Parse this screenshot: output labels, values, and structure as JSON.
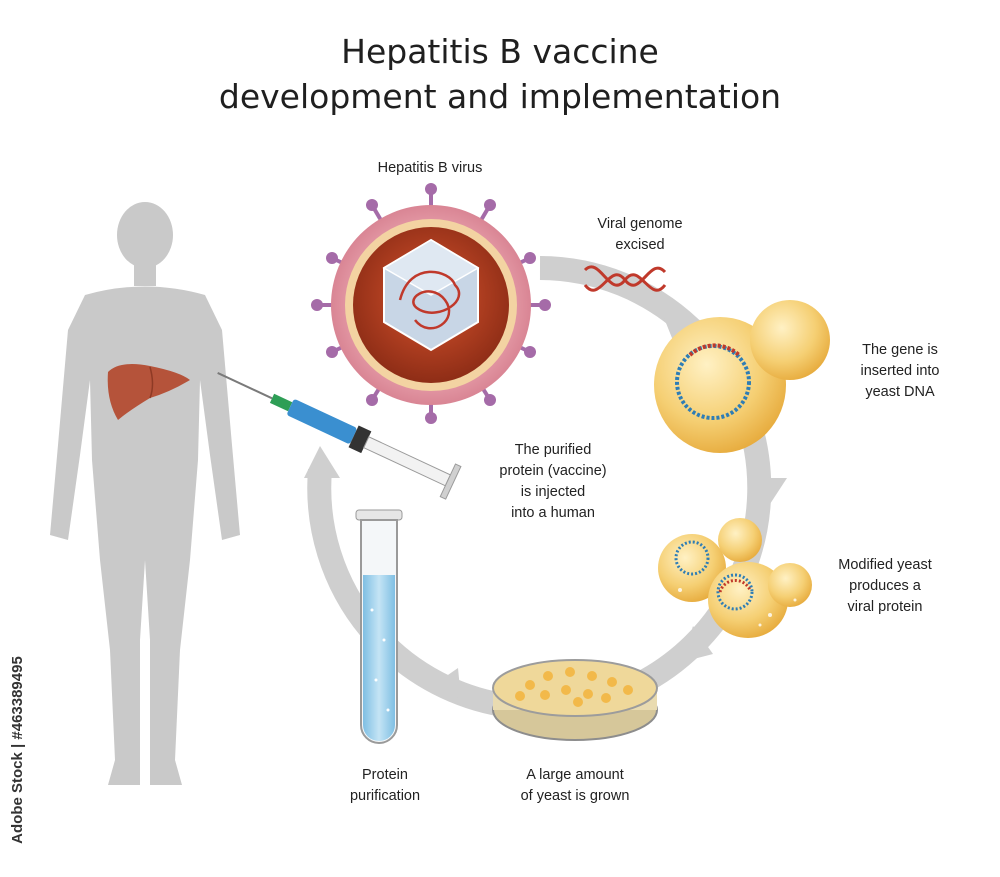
{
  "title": {
    "line1": "Hepatitis B vaccine",
    "line2": "development and implementation"
  },
  "labels": {
    "virus": "Hepatitis B virus",
    "excised": [
      "Viral genome",
      "excised"
    ],
    "inserted": [
      "The gene is",
      "inserted into",
      "yeast DNA"
    ],
    "modified": [
      "Modified yeast",
      "produces a",
      "viral protein"
    ],
    "grown": [
      "A large amount",
      "of yeast is grown"
    ],
    "purification": [
      "Protein",
      "purification"
    ],
    "injected": [
      "The purified",
      "protein (vaccine)",
      "is injected",
      "into a human"
    ]
  },
  "watermark_id": "Adobe Stock | #463389495",
  "colors": {
    "arrow": "#c8c8c8",
    "silhouette": "#c9c9c9",
    "yeast": "#f2c766",
    "liver": "#b5533a",
    "virus_envelope": "#e59aa6",
    "virus_spikes": "#a56ba8",
    "dna_red": "#c0392b",
    "dna_blue": "#2e7db5",
    "liquid": "#a9d4ec",
    "syringe_blue": "#3a8fd0"
  }
}
